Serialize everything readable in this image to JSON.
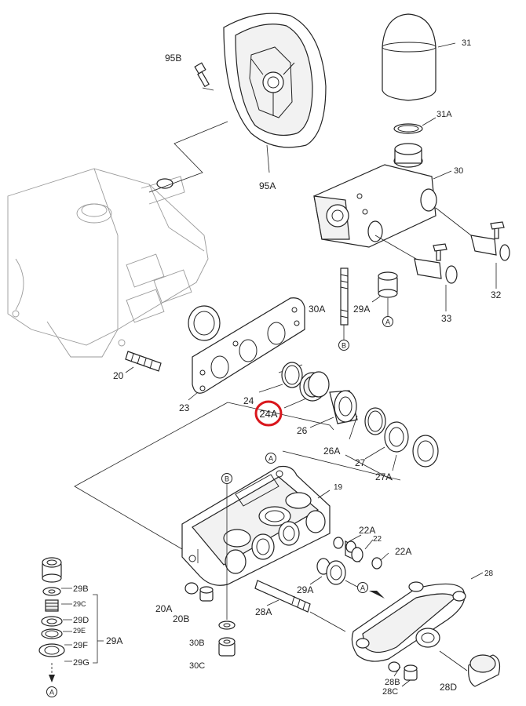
{
  "labels": {
    "l95B": "95B",
    "l95A": "95A",
    "l31": "31",
    "l31A": "31A",
    "l30": "30",
    "l30A": "30A",
    "l29A_top": "29A",
    "l32": "32",
    "l33": "33",
    "l20": "20",
    "l23": "23",
    "l24": "24",
    "l24A": "24A",
    "l26": "26",
    "l26A": "26A",
    "l27": "27",
    "l27A": "27A",
    "l19": "19",
    "l22A_a": "22A",
    "l22": "22",
    "l22A_b": "22A",
    "l28": "28",
    "l20A": "20A",
    "l20B": "20B",
    "l28A": "28A",
    "l29A_mid": "29A",
    "l30B": "30B",
    "l30C": "30C",
    "l28B": "28B",
    "l28C": "28C",
    "l28D": "28D",
    "l29B": "29B",
    "l29C": "29C",
    "l29D": "29D",
    "l29E": "29E",
    "l29F": "29F",
    "l29G": "29G",
    "l29A_kit": "29A"
  },
  "markers": {
    "A": "A",
    "B": "B"
  },
  "highlight": {
    "color": "#d9161c"
  }
}
